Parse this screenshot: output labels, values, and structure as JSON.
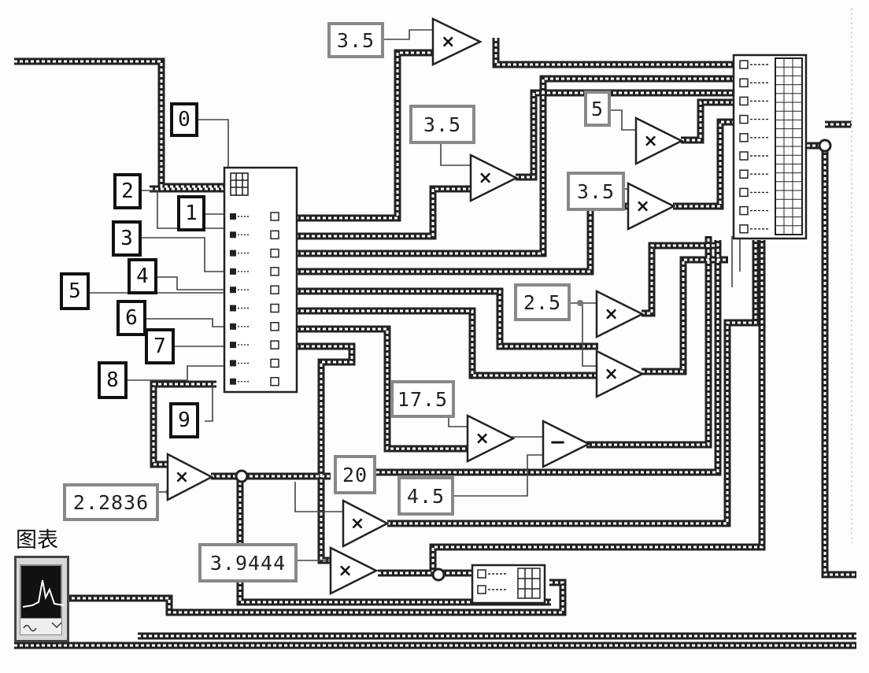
{
  "index_constants": [
    "0",
    "1",
    "2",
    "3",
    "4",
    "5",
    "6",
    "7",
    "8",
    "9"
  ],
  "numeric_constants": {
    "c_3_5_top": "3.5",
    "c_3_5_mid": "3.5",
    "c_5": "5",
    "c_3_5_right": "3.5",
    "c_2_5": "2.5",
    "c_17_5": "17.5",
    "c_20": "20",
    "c_4_5": "4.5",
    "c_2_2836": "2.2836",
    "c_3_9444": "3.9444"
  },
  "chart_indicator": {
    "label": "图表",
    "icon": "waveform-chart-icon"
  },
  "operators": {
    "multiply": "×",
    "subtract": "−"
  },
  "colors": {
    "wire": "#222222",
    "wire_fill": "#ffffff",
    "index_border": "#111111",
    "numeric_border": "#888888"
  }
}
